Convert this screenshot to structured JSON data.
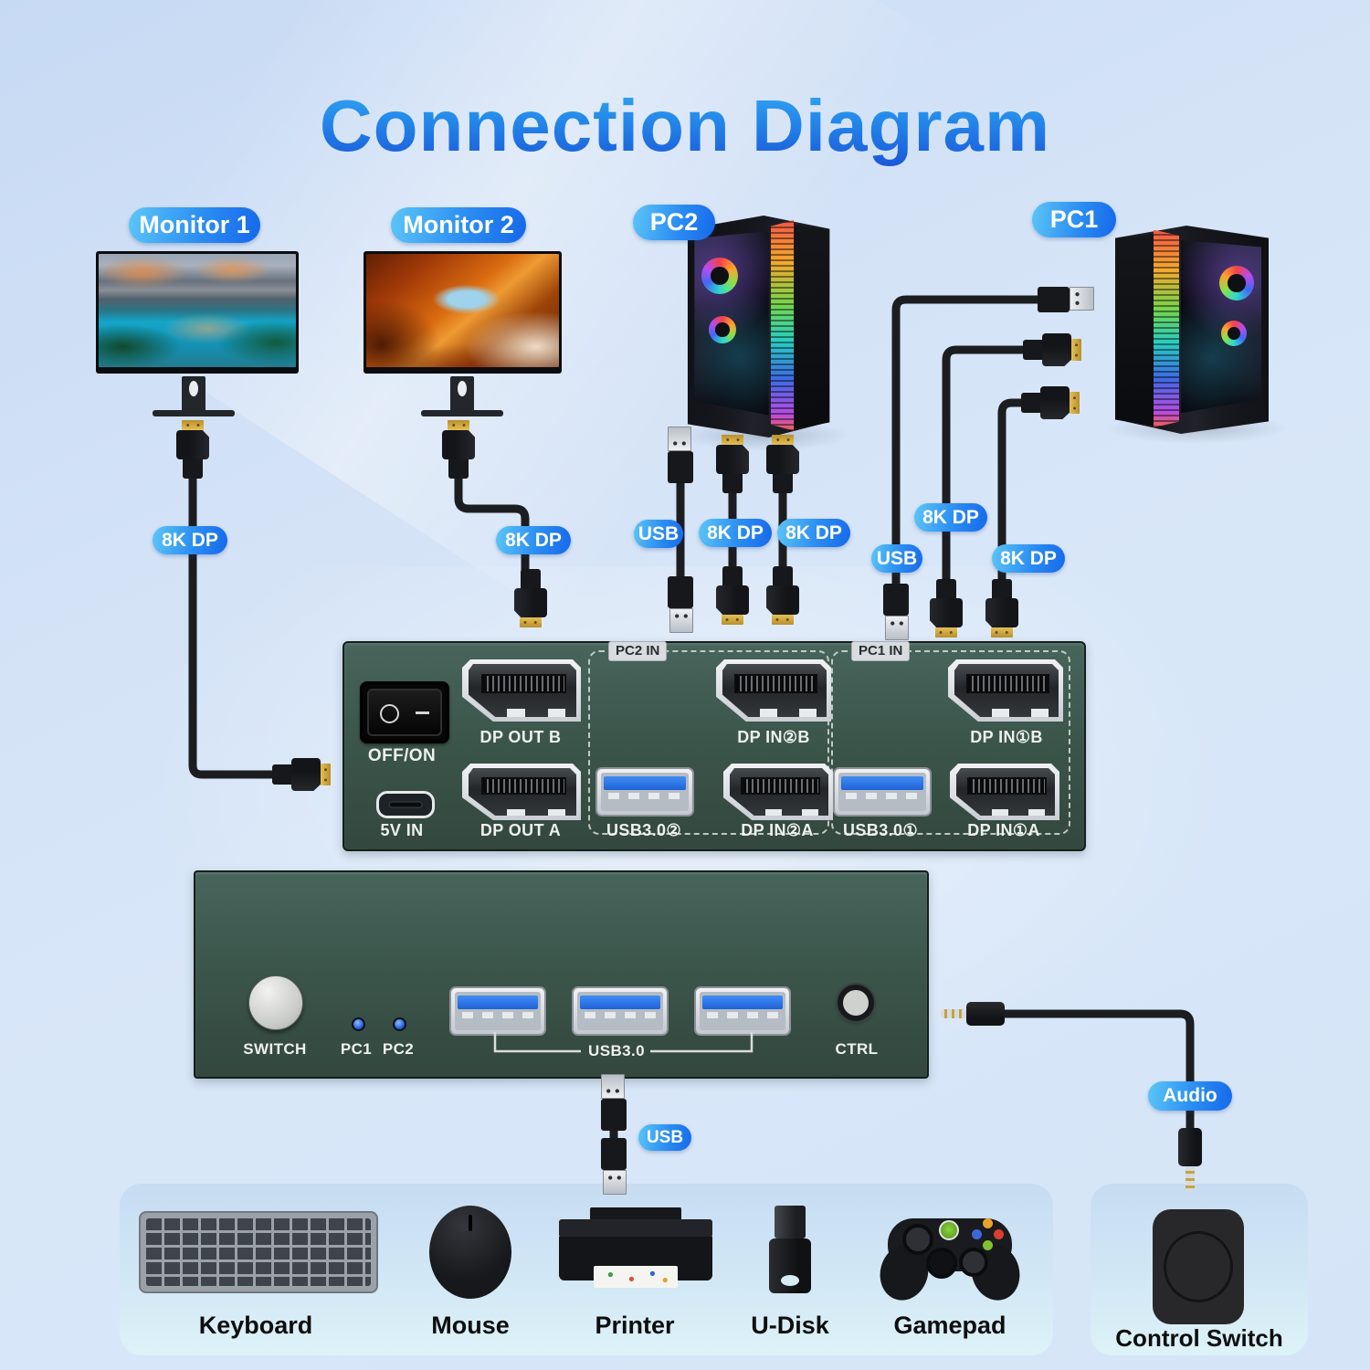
{
  "title": "Connection Diagram",
  "colors": {
    "background": "#d4e3f7",
    "badge_gradient_start": "#5cc6f7",
    "badge_gradient_end": "#1668ea",
    "title_gradient_top": "#35acf2",
    "title_gradient_bottom": "#1a55d8",
    "kvm_body_green": "#3c564c",
    "usb_port_blue": "#2f7cf0"
  },
  "devices": {
    "monitor1": {
      "label": "Monitor 1"
    },
    "monitor2": {
      "label": "Monitor 2"
    },
    "pc2": {
      "label": "PC2"
    },
    "pc1": {
      "label": "PC1"
    }
  },
  "cables": {
    "monitor1_dp": "8K DP",
    "monitor2_dp": "8K DP",
    "pc2_usb": "USB",
    "pc2_dp_b": "8K DP",
    "pc2_dp_a": "8K DP",
    "pc1_usb": "USB",
    "pc1_dp_b": "8K DP",
    "pc1_dp_a": "8K DP",
    "peripheral_usb": "USB",
    "audio": "Audio"
  },
  "kvm_top": {
    "power_switch": "OFF/ON",
    "power_in": "5V IN",
    "dp_out_b": "DP OUT B",
    "dp_out_a": "DP OUT A",
    "pc2_group": "PC2 IN",
    "pc1_group": "PC1 IN",
    "dp_in_2b": "DP IN②B",
    "usb3_2": "USB3.0②",
    "dp_in_2a": "DP IN②A",
    "dp_in_1b": "DP IN①B",
    "usb3_1": "USB3.0①",
    "dp_in_1a": "DP IN①A"
  },
  "kvm_front": {
    "switch_button": "SWITCH",
    "led_pc1": "PC1",
    "led_pc2": "PC2",
    "usb_group": "USB3.0",
    "ctrl_button": "CTRL"
  },
  "peripherals": {
    "keyboard": "Keyboard",
    "mouse": "Mouse",
    "printer": "Printer",
    "udisk": "U-Disk",
    "gamepad": "Gamepad",
    "control_switch": "Control Switch"
  }
}
